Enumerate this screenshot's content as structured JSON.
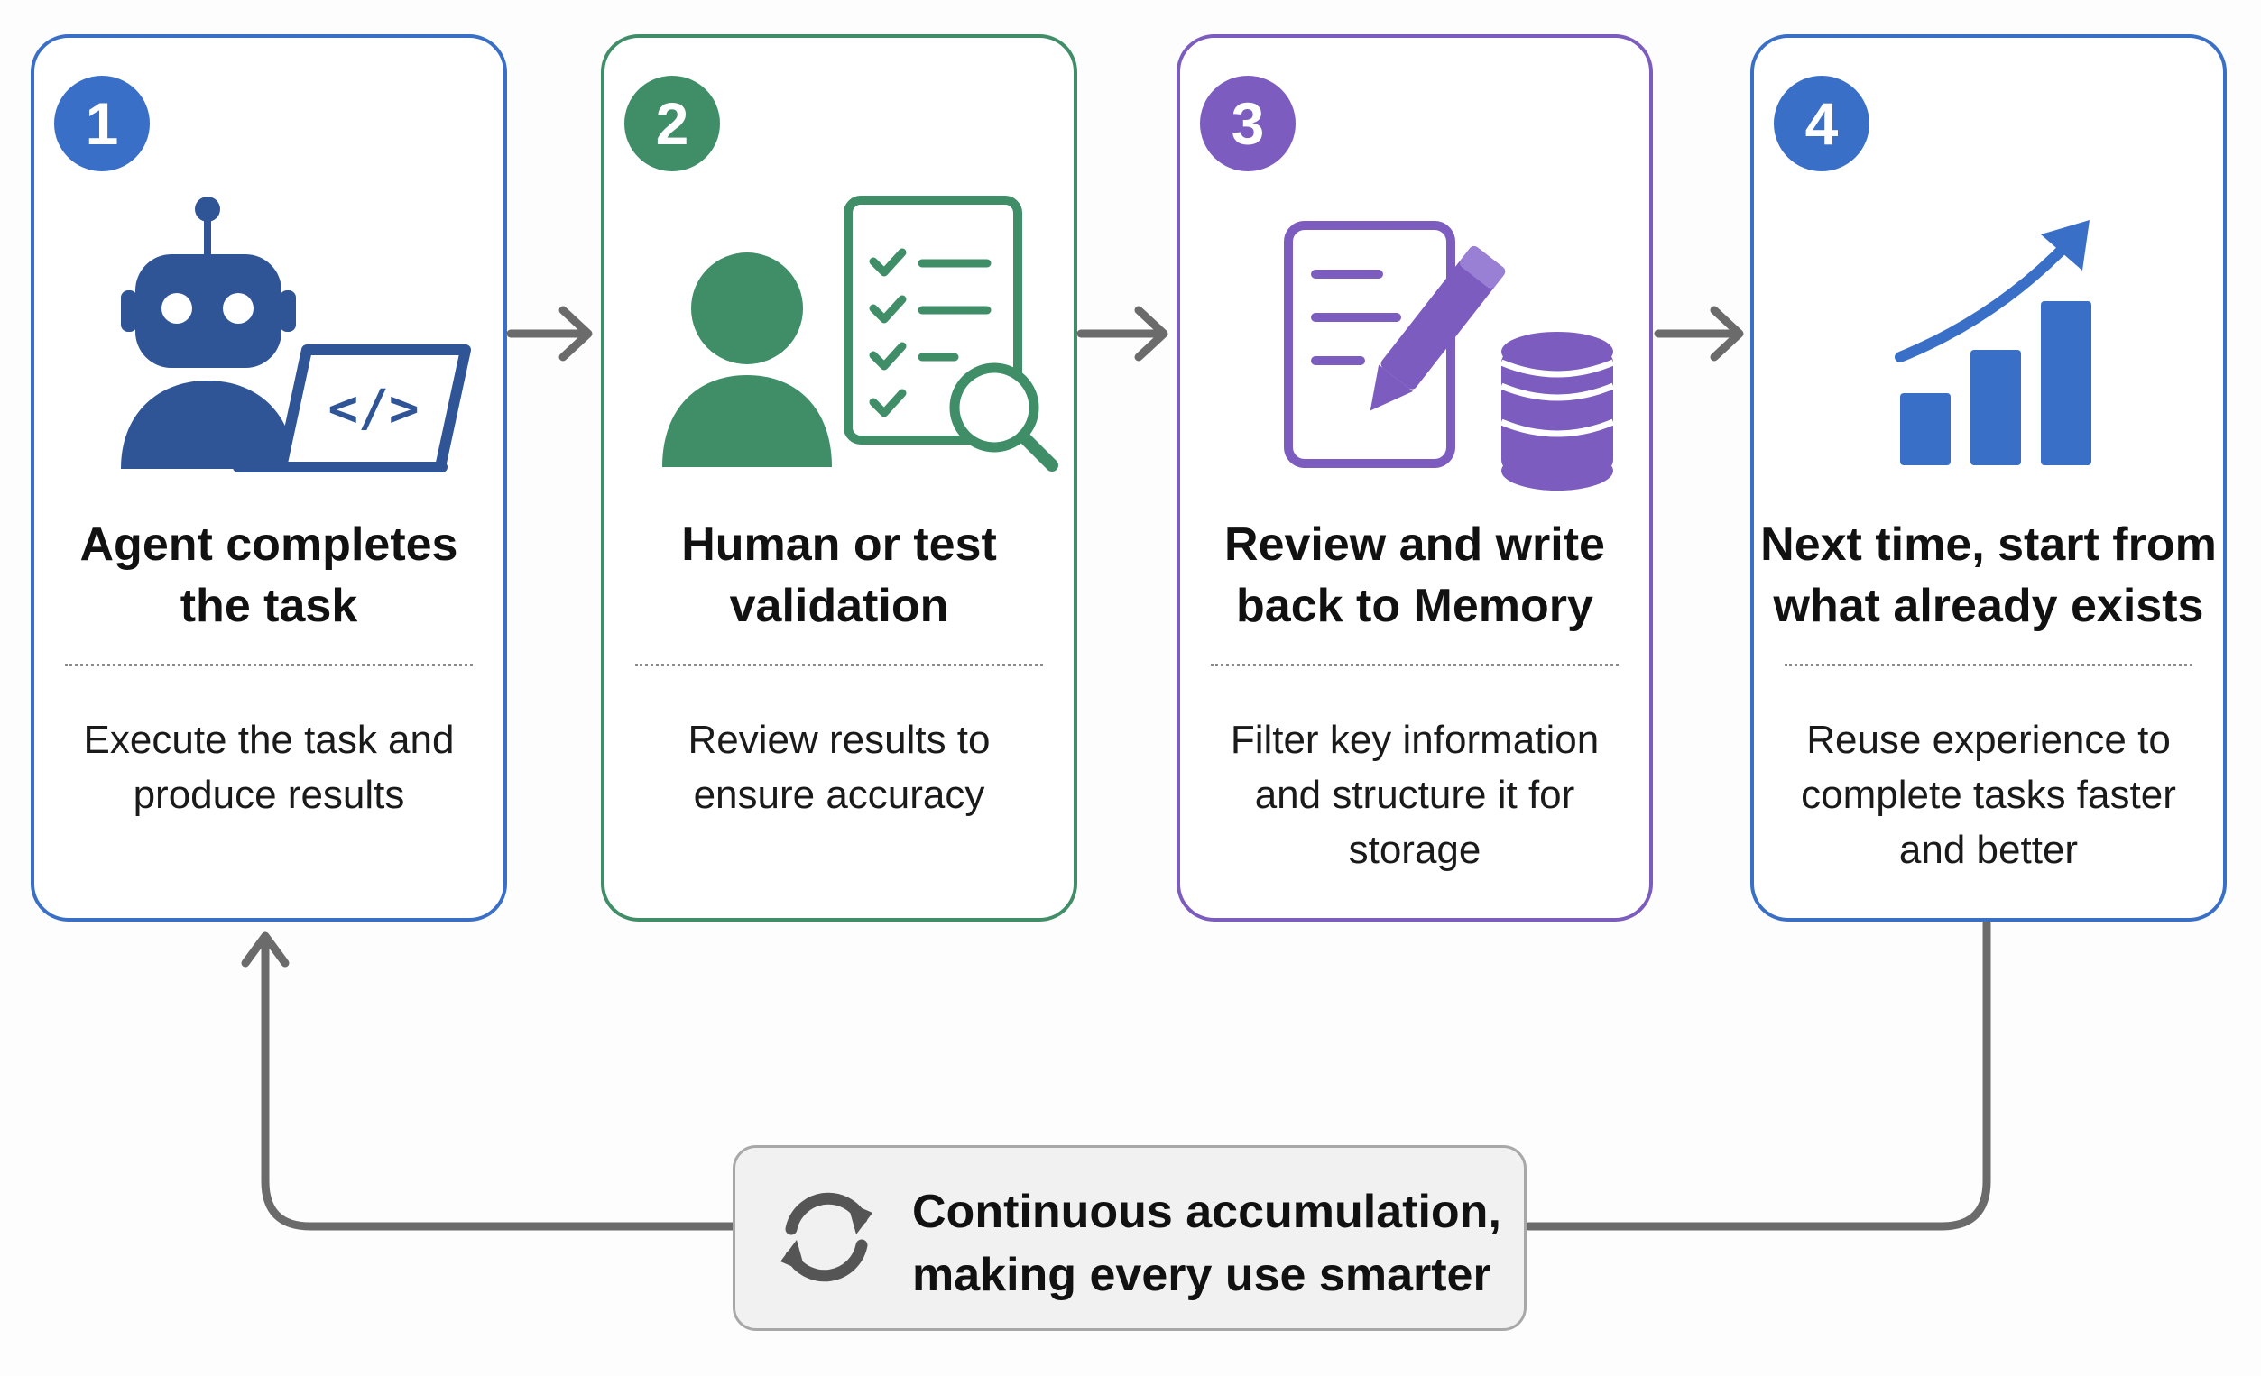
{
  "colors": {
    "step1": "#3a6fc7",
    "step2": "#3f8e68",
    "step3": "#7c5cbf",
    "step4": "#3a6fc7",
    "arrow": "#6b6b6b"
  },
  "steps": [
    {
      "number": "1",
      "icon": "robot-laptop-icon",
      "title": "Agent completes\nthe task",
      "description": "Execute the task and\nproduce results"
    },
    {
      "number": "2",
      "icon": "person-checklist-icon",
      "title": "Human or test\nvalidation",
      "description": "Review results to\nensure accuracy"
    },
    {
      "number": "3",
      "icon": "document-database-icon",
      "title": "Review and write\nback to Memory",
      "description": "Filter key information\nand structure it for storage"
    },
    {
      "number": "4",
      "icon": "growth-chart-icon",
      "title": "Next time, start from\nwhat already exists",
      "description": "Reuse experience to\ncomplete tasks faster\nand better"
    }
  ],
  "loop": {
    "icon": "refresh-cycle-icon",
    "text": "Continuous accumulation,\nmaking every use smarter"
  }
}
